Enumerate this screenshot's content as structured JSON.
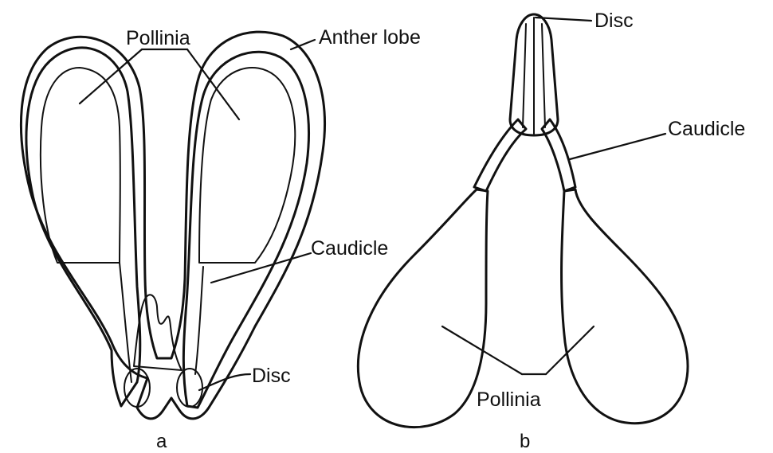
{
  "figure_a": {
    "caption": "a",
    "labels": {
      "pollinia": "Pollinia",
      "anther_lobe": "Anther lobe",
      "caudicle": "Caudicle",
      "disc": "Disc"
    }
  },
  "figure_b": {
    "caption": "b",
    "labels": {
      "disc": "Disc",
      "caudicle": "Caudicle",
      "pollinia": "Pollinia"
    }
  },
  "colors": {
    "ink": "#111111",
    "background": "#ffffff"
  }
}
